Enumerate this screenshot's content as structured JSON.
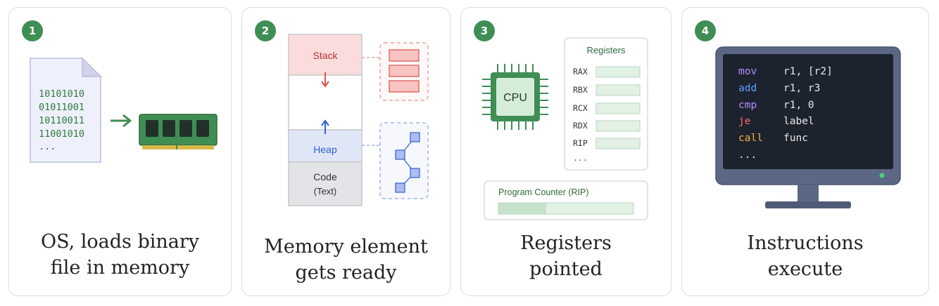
{
  "colors": {
    "accent_green": "#3f8e54",
    "stack_red": "#d9534f",
    "heap_blue": "#2f5fd0",
    "code_gray": "#e3e4e7"
  },
  "steps": [
    {
      "number": "1",
      "binary_lines": [
        "10101010",
        "01011001",
        "10110011",
        "11001010",
        "..."
      ],
      "caption_lines": [
        "OS, loads binary",
        "file in memory"
      ]
    },
    {
      "number": "2",
      "stack_label": "Stack",
      "heap_label": "Heap",
      "code_label_line1": "Code",
      "code_label_line2": "(Text)",
      "caption_lines": [
        "Memory element",
        "gets ready"
      ]
    },
    {
      "number": "3",
      "cpu_label": "CPU",
      "registers_title": "Registers",
      "registers": [
        "RAX",
        "RBX",
        "RCX",
        "RDX",
        "RIP",
        "..."
      ],
      "pc_label": "Program Counter (RIP)",
      "pc_progress": 0.35,
      "caption_lines": [
        "Registers",
        "pointed"
      ]
    },
    {
      "number": "4",
      "code": [
        {
          "op": "mov",
          "args": "r1, [r2]",
          "color": "#b58cff"
        },
        {
          "op": "add",
          "args": "r1, r3",
          "color": "#5aa0ff"
        },
        {
          "op": "cmp",
          "args": "r1, 0",
          "color": "#b58cff"
        },
        {
          "op": "je",
          "args": "label",
          "color": "#ff6b6b"
        },
        {
          "op": "call",
          "args": "func",
          "color": "#f0b43c"
        }
      ],
      "code_ellipsis": "...",
      "caption_lines": [
        "Instructions",
        "execute"
      ]
    }
  ]
}
